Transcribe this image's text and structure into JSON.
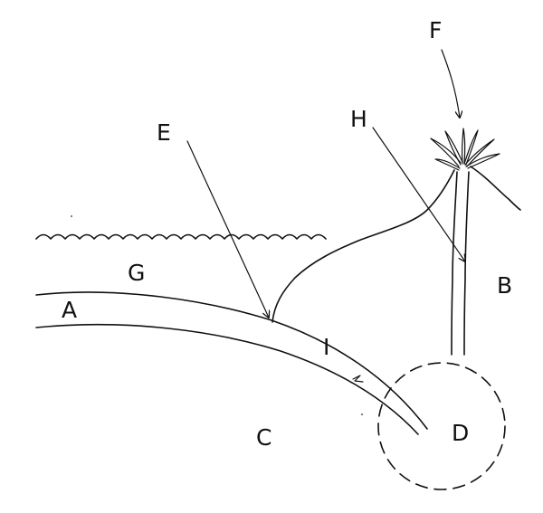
{
  "diagram": {
    "labels": {
      "a": "A",
      "b": "B",
      "c": "C",
      "d": "D",
      "e": "E",
      "f": "F",
      "g": "G",
      "h": "H",
      "i": "I"
    }
  }
}
